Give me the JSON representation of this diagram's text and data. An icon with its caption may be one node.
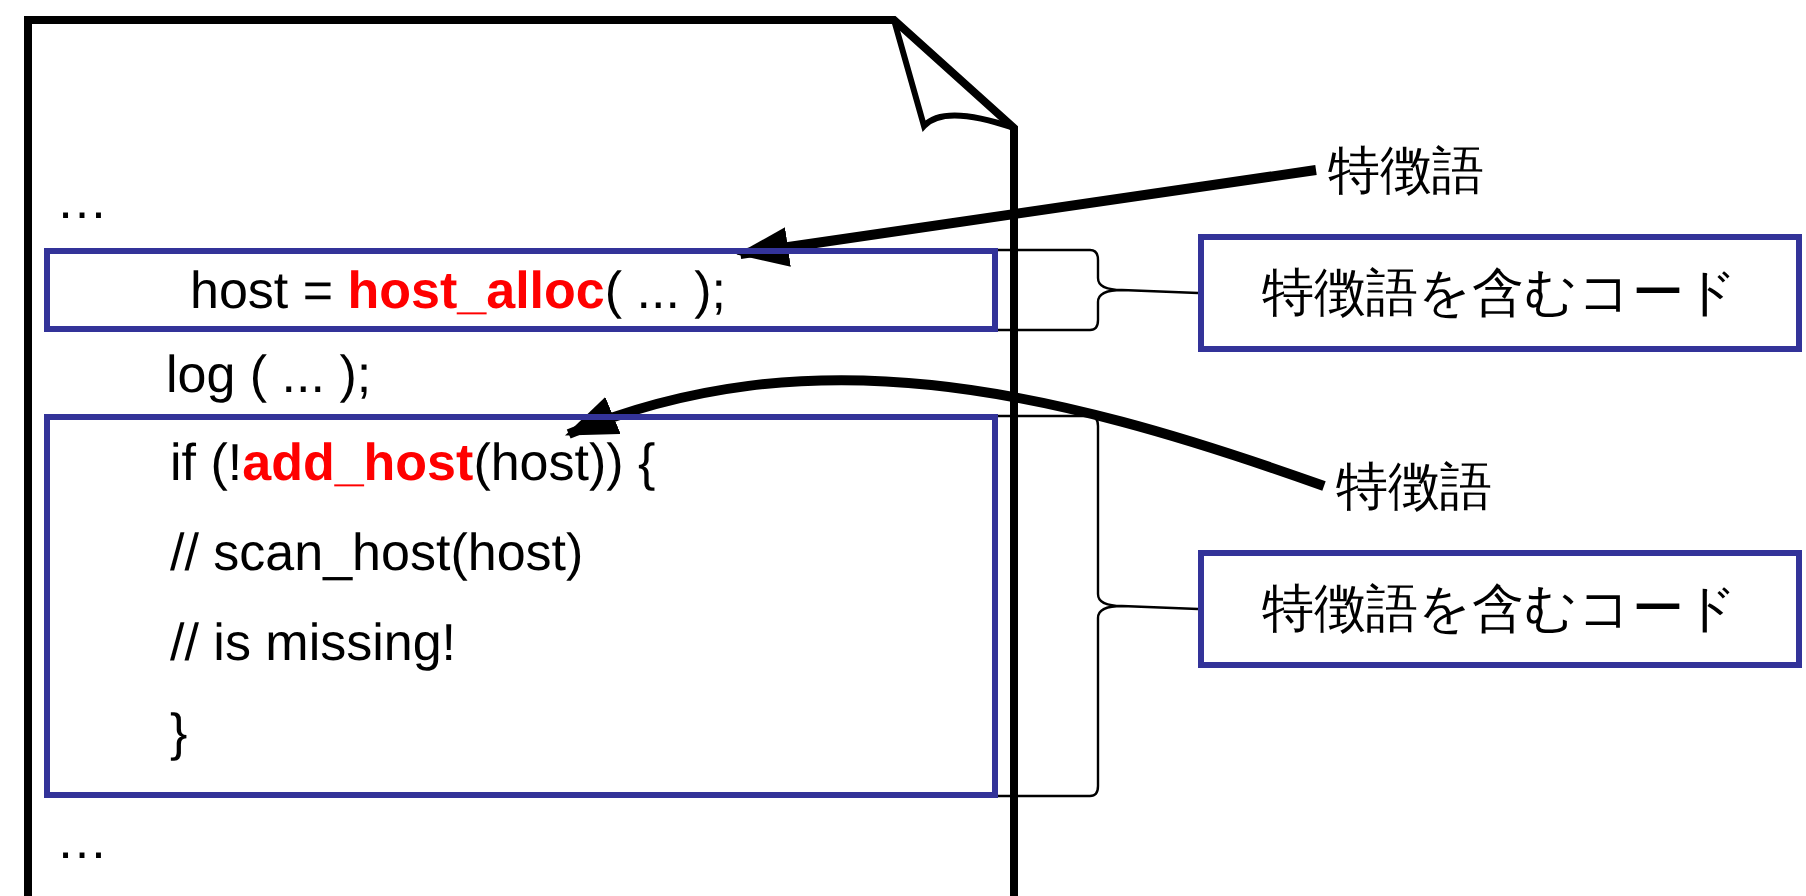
{
  "diagram": {
    "nodes": [
      {
        "text": [
          "…",
          "log ( ... );",
          "…"
        ]
      },
      {
        "text": [
          "host = **host_alloc**( ... );"
        ],
        "in": 0
      },
      {
        "text": [
          "if (!**add_host**(host)) {",
          "// scan_host(host)",
          "// is missing!",
          "}"
        ],
        "in": 0
      },
      {
        "text": [
          "特徴語"
        ]
      },
      {
        "text": [
          "特徴語を含むコード"
        ]
      },
      {
        "text": [
          "特徴語"
        ]
      },
      {
        "text": [
          "特徴語を含むコード"
        ]
      }
    ],
    "edges": [
      {
        "from": 3,
        "to": 1,
        "arrow": "to",
        "style": "thick"
      },
      {
        "from": 1,
        "to": 4,
        "arrow": "none"
      },
      {
        "from": 5,
        "to": 2,
        "arrow": "to",
        "style": "thick"
      },
      {
        "from": 2,
        "to": 6,
        "arrow": "none"
      }
    ]
  }
}
